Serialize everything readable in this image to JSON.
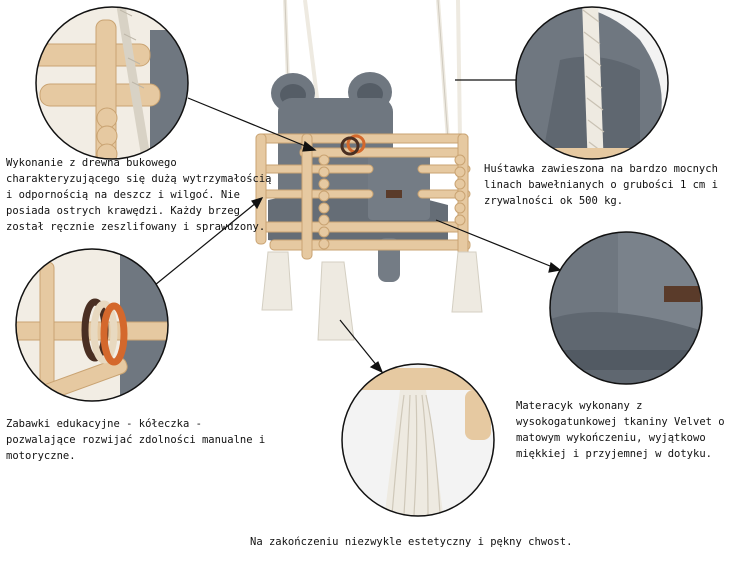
{
  "captions": {
    "wood": "Wykonanie z drewna bukowego charakteryzującego się dużą wytrzymałością i odpornością na deszcz i wilgoć. Nie posiada ostrych krawędzi. Każdy brzeg został ręcznie zeszlifowany i sprawdzony.",
    "rope": "Huśtawka zawieszona na bardzo mocnych linach bawełnianych o grubości 1 cm i zrywalności ok 500 kg.",
    "toys": "Zabawki edukacyjne - kółeczka - pozwalające rozwijać zdolności manualne i motoryczne.",
    "mattress": "Materacyk wykonany z wysokogatunkowej tkaniny Velvet o matowym wykończeniu, wyjątkowo miękkiej i przyjemnej w dotyku.",
    "tassel": "Na zakończeniu niezwykle estetyczny i pękny chwost."
  },
  "colors": {
    "wood": "#e6c9a1",
    "wood_dark": "#c9a372",
    "fabric": "#6f7780",
    "fabric_dark": "#555d66",
    "rope": "#eeeae1",
    "leather": "#5a3b2a",
    "ring_orange": "#d4682c",
    "ring_brown": "#4a2f22"
  },
  "icons": [
    "wood-detail-magnifier",
    "rope-detail-magnifier",
    "toy-rings-magnifier",
    "mattress-detail-magnifier",
    "tassel-detail-magnifier"
  ]
}
